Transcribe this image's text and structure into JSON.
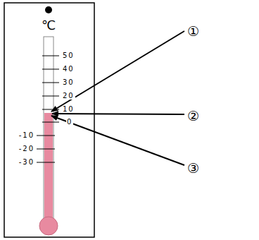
{
  "diagram": {
    "labels": [
      "℃",
      "50",
      "40",
      "30",
      "20",
      "10",
      "0",
      "-10",
      "-20",
      "-30",
      "①",
      "②",
      "③"
    ]
  }
}
